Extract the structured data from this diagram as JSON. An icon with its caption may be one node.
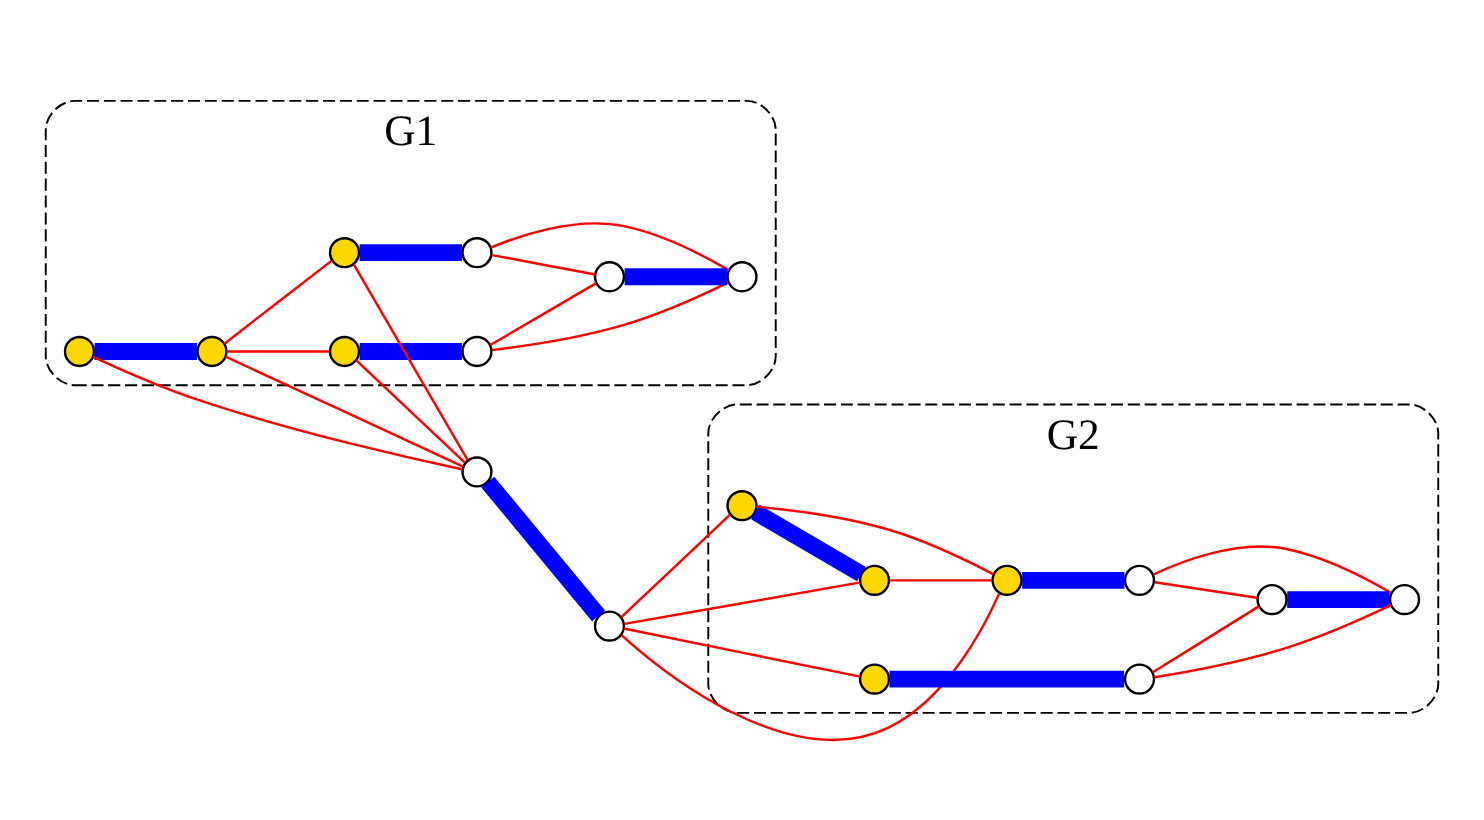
{
  "diagram": {
    "nodes": [
      {
        "text": [
          "G1"
        ]
      },
      {
        "text": [],
        "shape": "circle",
        "in": 0
      },
      {
        "text": [],
        "shape": "circle",
        "in": 0
      },
      {
        "text": [],
        "shape": "circle",
        "in": 0
      },
      {
        "text": [],
        "shape": "circle",
        "in": 0
      },
      {
        "text": [],
        "shape": "circle",
        "in": 0
      },
      {
        "text": [],
        "shape": "circle",
        "in": 0
      },
      {
        "text": [],
        "shape": "circle",
        "in": 0
      },
      {
        "text": [],
        "shape": "circle",
        "in": 0
      },
      {
        "text": [],
        "shape": "circle"
      },
      {
        "text": [],
        "shape": "circle"
      },
      {
        "text": [
          "G2"
        ]
      },
      {
        "text": [],
        "shape": "circle",
        "in": 11
      },
      {
        "text": [],
        "shape": "circle",
        "in": 11
      },
      {
        "text": [],
        "shape": "circle",
        "in": 11
      },
      {
        "text": [],
        "shape": "circle",
        "in": 11
      },
      {
        "text": [],
        "shape": "circle",
        "in": 11
      },
      {
        "text": [],
        "shape": "circle",
        "in": 11
      },
      {
        "text": [],
        "shape": "circle",
        "in": 11
      },
      {
        "text": [],
        "shape": "circle",
        "in": 11
      }
    ],
    "edges": [
      {
        "from": 1,
        "to": 2,
        "arrow": "none",
        "style": "thick",
        "color": "#0000ff"
      },
      {
        "from": 1,
        "to": 9,
        "arrow": "none"
      },
      {
        "from": 2,
        "to": 9,
        "arrow": "none"
      },
      {
        "from": 2,
        "to": 3,
        "arrow": "none"
      },
      {
        "from": 2,
        "to": 4,
        "arrow": "none"
      },
      {
        "from": 3,
        "to": 9,
        "arrow": "none"
      },
      {
        "from": 4,
        "to": 9,
        "arrow": "none"
      },
      {
        "from": 3,
        "to": 5,
        "arrow": "none",
        "style": "thick",
        "color": "#0000ff"
      },
      {
        "from": 4,
        "to": 6,
        "arrow": "none",
        "style": "thick",
        "color": "#0000ff"
      },
      {
        "from": 5,
        "to": 7,
        "arrow": "none"
      },
      {
        "from": 5,
        "to": 8,
        "arrow": "none"
      },
      {
        "from": 6,
        "to": 7,
        "arrow": "none"
      },
      {
        "from": 6,
        "to": 8,
        "arrow": "none"
      },
      {
        "from": 7,
        "to": 8,
        "arrow": "none",
        "style": "thick",
        "color": "#0000ff"
      },
      {
        "from": 9,
        "to": 10,
        "arrow": "none",
        "style": "thick",
        "color": "#0000ff"
      },
      {
        "from": 10,
        "to": 12,
        "arrow": "none"
      },
      {
        "from": 10,
        "to": 13,
        "arrow": "none"
      },
      {
        "from": 10,
        "to": 14,
        "arrow": "none"
      },
      {
        "from": 10,
        "to": 17,
        "arrow": "none"
      },
      {
        "from": 12,
        "to": 13,
        "arrow": "none",
        "style": "thick",
        "color": "#0000ff"
      },
      {
        "from": 12,
        "to": 14,
        "arrow": "none"
      },
      {
        "from": 13,
        "to": 14,
        "arrow": "none"
      },
      {
        "from": 14,
        "to": 15,
        "arrow": "none",
        "style": "thick",
        "color": "#0000ff"
      },
      {
        "from": 15,
        "to": 16,
        "arrow": "none"
      },
      {
        "from": 15,
        "to": 19,
        "arrow": "none"
      },
      {
        "from": 17,
        "to": 18,
        "arrow": "none",
        "style": "thick",
        "color": "#0000ff"
      },
      {
        "from": 18,
        "to": 16,
        "arrow": "none"
      },
      {
        "from": 18,
        "to": 19,
        "arrow": "none"
      },
      {
        "from": 16,
        "to": 19,
        "arrow": "none",
        "style": "thick",
        "color": "#0000ff"
      }
    ]
  }
}
